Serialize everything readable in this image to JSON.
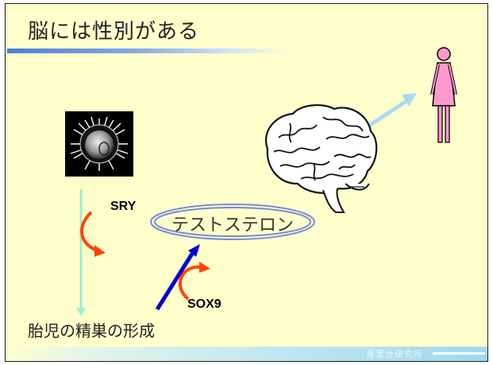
{
  "slide": {
    "title": "脳には性別がある",
    "testosterone_label": "テストステロン",
    "sry_label": "SRY",
    "sox9_label": "SOX9",
    "caption": "胎児の精巣の形成",
    "footer": "青葉台研究所"
  },
  "colors": {
    "background": "#ffffcc",
    "title_bar": "#4a7fd8",
    "green_arrow": "#99eecc",
    "red_curve": "#ff4400",
    "blue_arrow": "#0000cc",
    "light_blue_arrow": "#aadcf0",
    "woman_fill": "#ff99cc"
  },
  "icons": [
    "sperm-egg-image",
    "brain-image",
    "woman-icon"
  ]
}
